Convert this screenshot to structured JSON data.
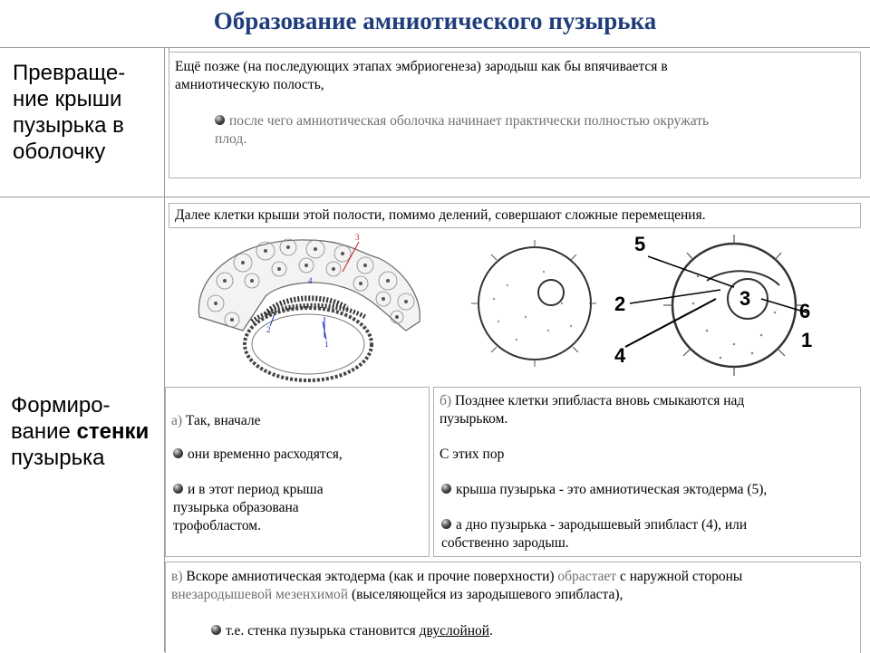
{
  "title": "Образование амниотического пузырька",
  "left_labels": {
    "top": [
      "Превраще-",
      "ние крыши",
      "пузырька в",
      "оболочку"
    ],
    "bottom": [
      "Формиро-",
      "вание ",
      "стенки",
      "пузырька"
    ]
  },
  "top_block": {
    "line1": "Ещё позже (на последующих этапах эмбриогенеза) зародыш как бы впячивается в",
    "line2": "амниотическую полость,",
    "bullet_line1": "после чего амниотическая оболочка начинает практически полностью окружать",
    "bullet_line2": "плод."
  },
  "intro": "Далее клетки крыши этой полости, помимо делений, совершают сложные перемещения.",
  "panel_a": {
    "lead_prefix": "а) ",
    "lead": "Так, вначале",
    "bullet1": "они временно расходятся,",
    "bullet2_l1": "и в этот период крыша",
    "bullet2_l2": "пузырька образована",
    "bullet2_l3": "трофобластом."
  },
  "panel_b": {
    "lead_prefix": "б) ",
    "lead_l1": "Позднее клетки эпибласта вновь смыкаются над",
    "lead_l2": "пузырьком.",
    "since": "С этих пор",
    "bullet1": "крыша пузырька - это амниотическая эктодерма (5),",
    "bullet2_l1": "а дно пузырька - зародышевый эпибласт (4), или",
    "bullet2_l2": "собственно зародыш."
  },
  "panel_c": {
    "prefix": "в) ",
    "l1_a": "Вскоре амниотическая эктодерма (как и прочие поверхности) ",
    "l1_b": "обрастает",
    "l1_c": " с наружной стороны",
    "l2_a": "внезародышевой мезенхимой",
    "l2_b": " (выселяющейся из зародышевого эпибласта),",
    "bullet_a": "т.е. стенка пузырька становится ",
    "bullet_b": "двуслойной",
    "bullet_c": "."
  },
  "diagram_left_labels": [
    "3",
    "4",
    "2",
    "1"
  ],
  "diagram_mid_labels": [
    "5",
    "2",
    "4"
  ],
  "diagram_right_labels": [
    "3",
    "6",
    "1"
  ],
  "colors": {
    "title": "#1f3d7a",
    "label_blue": "#1a2fbf",
    "label_red": "#c81818"
  }
}
